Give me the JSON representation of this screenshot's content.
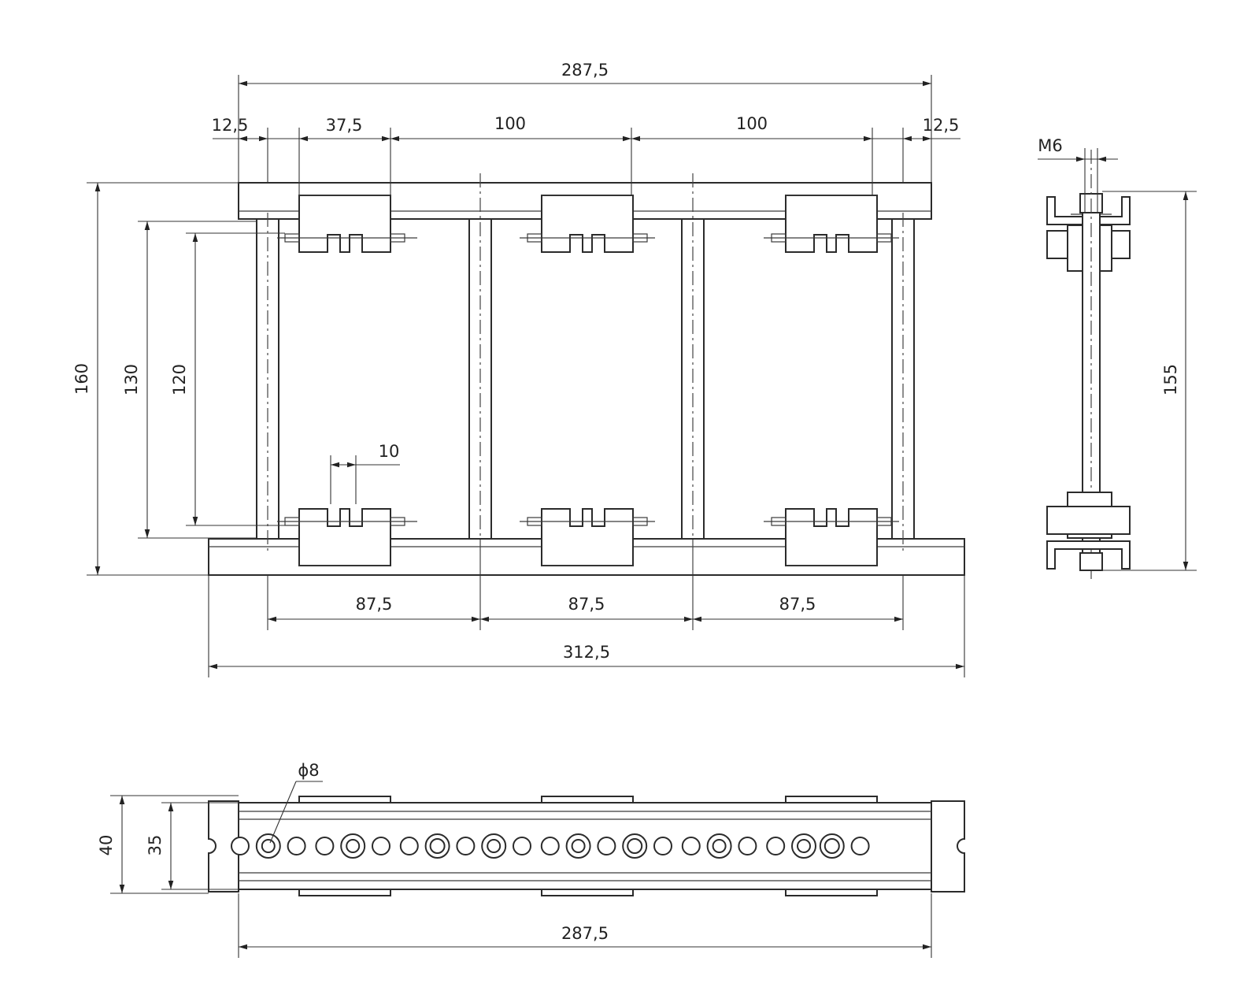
{
  "front_view": {
    "overall_top": "287,5",
    "margin_left": "12,5",
    "bracket_width": "37,5",
    "pitch_1": "100",
    "pitch_2": "100",
    "margin_right": "12,5",
    "overall_height": "160",
    "rail_height_130": "130",
    "rail_height_120": "120",
    "slot_width": "10",
    "bay_1": "87,5",
    "bay_2": "87,5",
    "bay_3": "87,5",
    "overall_bottom": "312,5"
  },
  "side_view": {
    "thread": "M6",
    "height": "155"
  },
  "top_view": {
    "hole_diameter": "ϕ8",
    "height_40": "40",
    "height_35": "35",
    "length": "287,5"
  }
}
